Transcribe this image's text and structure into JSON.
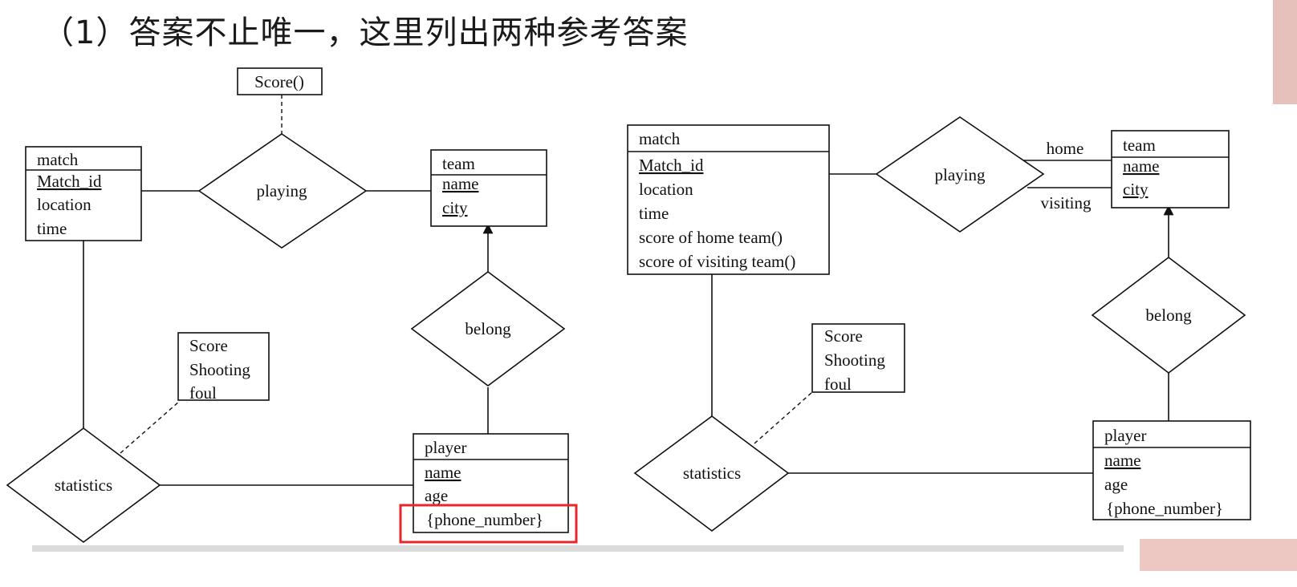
{
  "title": "（1）答案不止唯一，这里列出两种参考答案",
  "left": {
    "score_func": "Score()",
    "match": {
      "header": "match",
      "attrs": [
        "Match_id",
        "location",
        "time"
      ]
    },
    "playing": "playing",
    "team": {
      "header": "team",
      "attrs": [
        "name",
        "city"
      ]
    },
    "belong": "belong",
    "statistics": "statistics",
    "stats_attrs": [
      "Score",
      "Shooting",
      "foul"
    ],
    "player": {
      "header": "player",
      "attrs": [
        "name",
        "age",
        "{phone_number}"
      ]
    }
  },
  "right": {
    "match": {
      "header": "match",
      "attrs": [
        "Match_id",
        "location",
        "time",
        "score of home team()",
        "score of visiting team()"
      ]
    },
    "playing": "playing",
    "home_label": "home",
    "visiting_label": "visiting",
    "team": {
      "header": "team",
      "attrs": [
        "name",
        "city"
      ]
    },
    "belong": "belong",
    "statistics": "statistics",
    "stats_attrs": [
      "Score",
      "Shooting",
      "foul"
    ],
    "player": {
      "header": "player",
      "attrs": [
        "name",
        "age",
        "{phone_number}"
      ]
    }
  },
  "colors": {
    "highlight": "#e8262c",
    "line": "#111111",
    "accent_bar": "#d9a49e"
  }
}
